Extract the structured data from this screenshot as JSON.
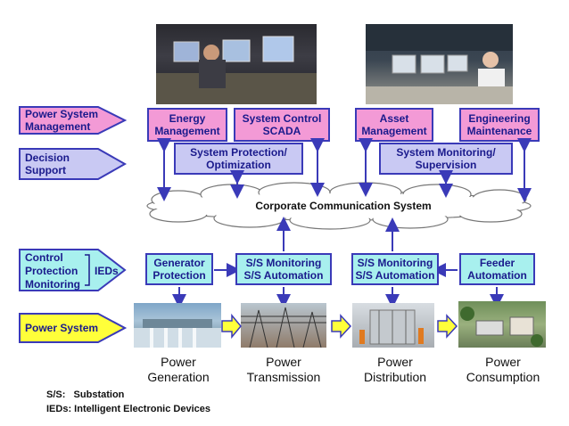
{
  "left_labels": {
    "management": "Power System Management",
    "decision": "Decision Support",
    "control_lines": [
      "Control",
      "Protection",
      "Monitoring"
    ],
    "ieds": "IEDs",
    "power_system": "Power System"
  },
  "management_boxes": {
    "energy": "Energy Management",
    "scada": "System Control SCADA",
    "asset": "Asset Management",
    "engineering": "Engineering Maintenance"
  },
  "support_boxes": {
    "protection": "System Protection/ Optimization",
    "monitoring": "System Monitoring/ Supervision"
  },
  "cloud": "Corporate Communication System",
  "ied_boxes": {
    "generator": "Generator Protection",
    "ss1": "S/S Monitoring S/S Automation",
    "ss2": "S/S Monitoring S/S Automation",
    "feeder": "Feeder Automation"
  },
  "stages": {
    "generation": "Power Generation",
    "transmission": "Power Transmission",
    "distribution": "Power Distribution",
    "consumption": "Power Consumption"
  },
  "legend": {
    "ss": "S/S:   Substation",
    "ieds": "IEDs: Intelligent Electronic Devices"
  },
  "colors": {
    "pink": "#f39ad6",
    "lavender": "#c9c9f3",
    "cyan": "#a8f0ee",
    "yellow": "#ffff3a",
    "border": "#3a3ab8",
    "arrow": "#3a3ab8"
  }
}
